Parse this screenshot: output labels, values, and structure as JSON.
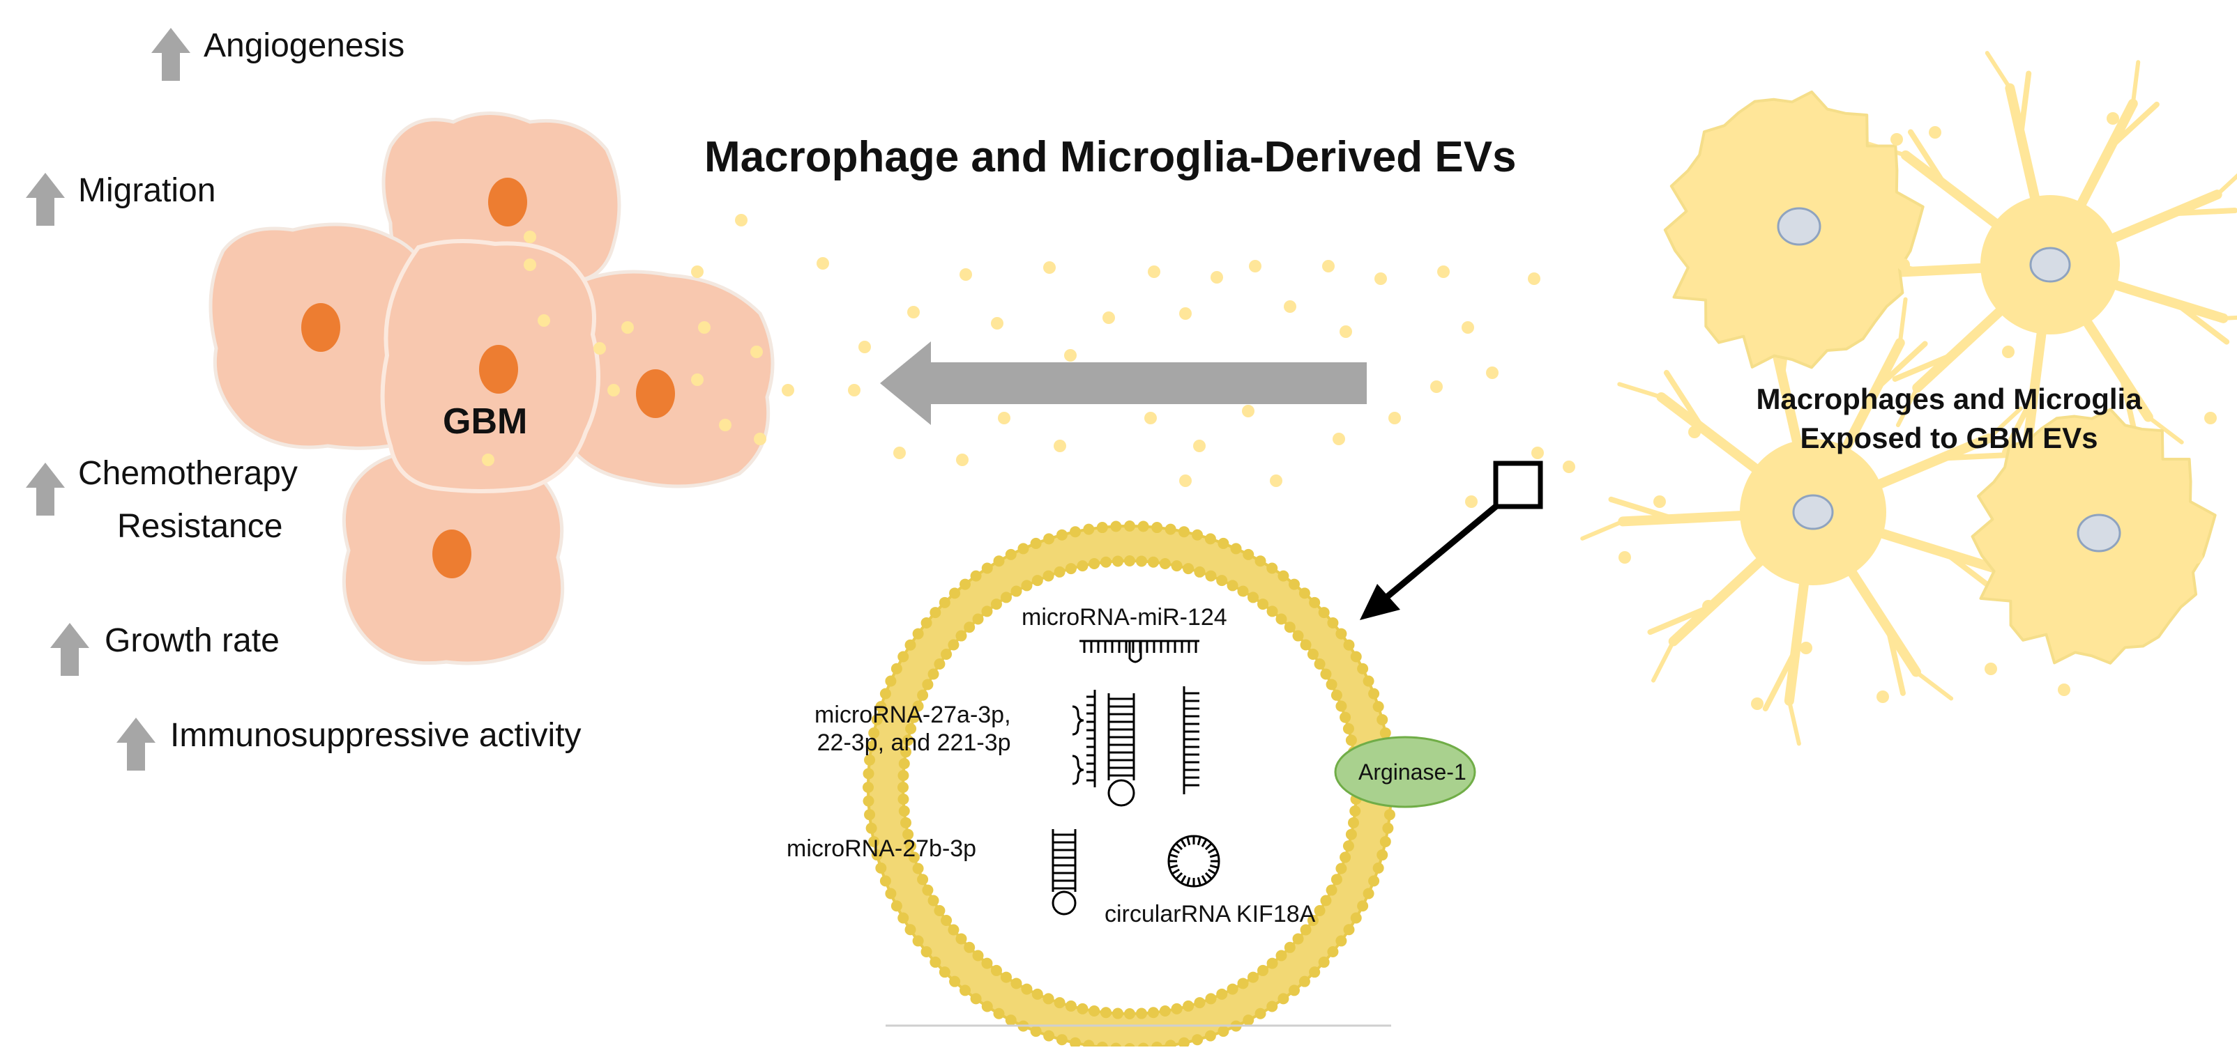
{
  "title": "Macrophage and Microglia-Derived EVs",
  "gbm_label": "GBM",
  "source_cells_label": [
    "Macrophages and Microglia",
    "Exposed to GBM EVs"
  ],
  "effects": [
    {
      "label": "Angiogenesis"
    },
    {
      "label": "Migration"
    },
    {
      "label": "Chemotherapy"
    },
    {
      "label": "Resistance"
    },
    {
      "label": "Growth rate"
    },
    {
      "label": "Immunosuppressive activity"
    }
  ],
  "ev_cargo": {
    "mir124": "microRNA-miR-124",
    "mir27a_lines": [
      "microRNA-27a-3p,",
      "22-3p, and 221-3p"
    ],
    "mir27b": "microRNA-27b-3p",
    "circ": "circularRNA KIF18A",
    "protein": "Arginase-1"
  },
  "colors": {
    "gbm_cell": "#F8C8AF",
    "gbm_nucleus": "#ED7D31",
    "myeloid_cell": "#FFE699",
    "myeloid_nucleus": "#D6DCE5",
    "ev_dot": "#FFE699",
    "arrow_gray": "#A6A6A6",
    "membrane": "#E8C94A",
    "arginase": "#A9D18E"
  }
}
